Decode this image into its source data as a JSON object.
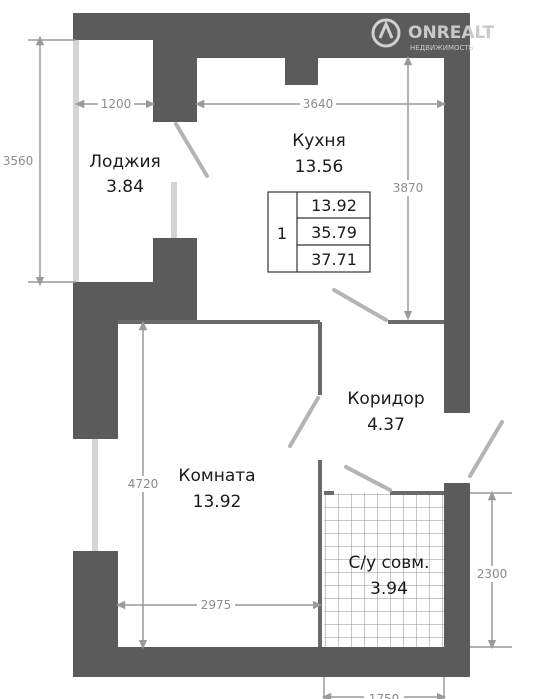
{
  "watermark": {
    "brand": "ONREALT",
    "sub": "НЕДВИЖИМОСТЬ"
  },
  "rooms": {
    "loggia": {
      "name": "Лоджия",
      "area": "3.84"
    },
    "kitchen": {
      "name": "Кухня",
      "area": "13.56"
    },
    "corridor": {
      "name": "Коридор",
      "area": "4.37"
    },
    "room": {
      "name": "Комната",
      "area": "13.92"
    },
    "bathroom": {
      "name": "С/у совм.",
      "area": "3.94"
    }
  },
  "summary": {
    "rooms_count": "1",
    "living_area": "13.92",
    "area_2": "35.79",
    "total_area": "37.71"
  },
  "dimensions": {
    "loggia_width": "1200",
    "kitchen_width": "3640",
    "loggia_height": "3560",
    "kitchen_height": "3870",
    "room_height": "4720",
    "room_width": "2975",
    "bath_height": "2300",
    "bath_width": "1750"
  }
}
